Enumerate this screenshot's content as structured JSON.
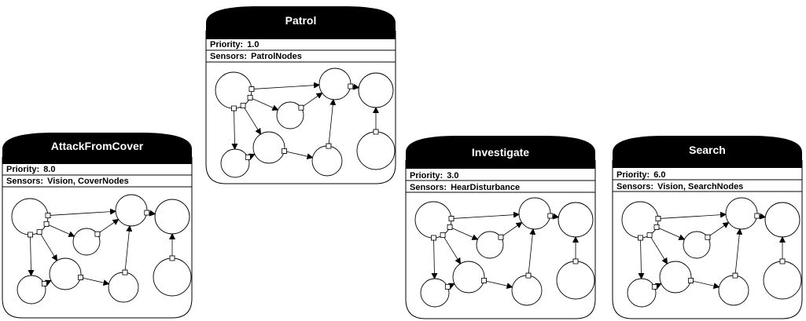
{
  "cards": [
    {
      "id": "attack",
      "title": "AttackFromCover",
      "priority_label": "Priority:",
      "priority": "8.0",
      "sensors_label": "Sensors:",
      "sensors": "Vision, CoverNodes"
    },
    {
      "id": "patrol",
      "title": "Patrol",
      "priority_label": "Priority:",
      "priority": "1.0",
      "sensors_label": "Sensors:",
      "sensors": "PatrolNodes"
    },
    {
      "id": "investigate",
      "title": "Investigate",
      "priority_label": "Priority:",
      "priority": "3.0",
      "sensors_label": "Sensors:",
      "sensors": "HearDisturbance"
    },
    {
      "id": "search",
      "title": "Search",
      "priority_label": "Priority:",
      "priority": "6.0",
      "sensors_label": "Sensors:",
      "sensors": "Vision, SearchNodes"
    }
  ],
  "colors": {
    "header": "#000000",
    "border": "#000000",
    "background": "#ffffff"
  }
}
